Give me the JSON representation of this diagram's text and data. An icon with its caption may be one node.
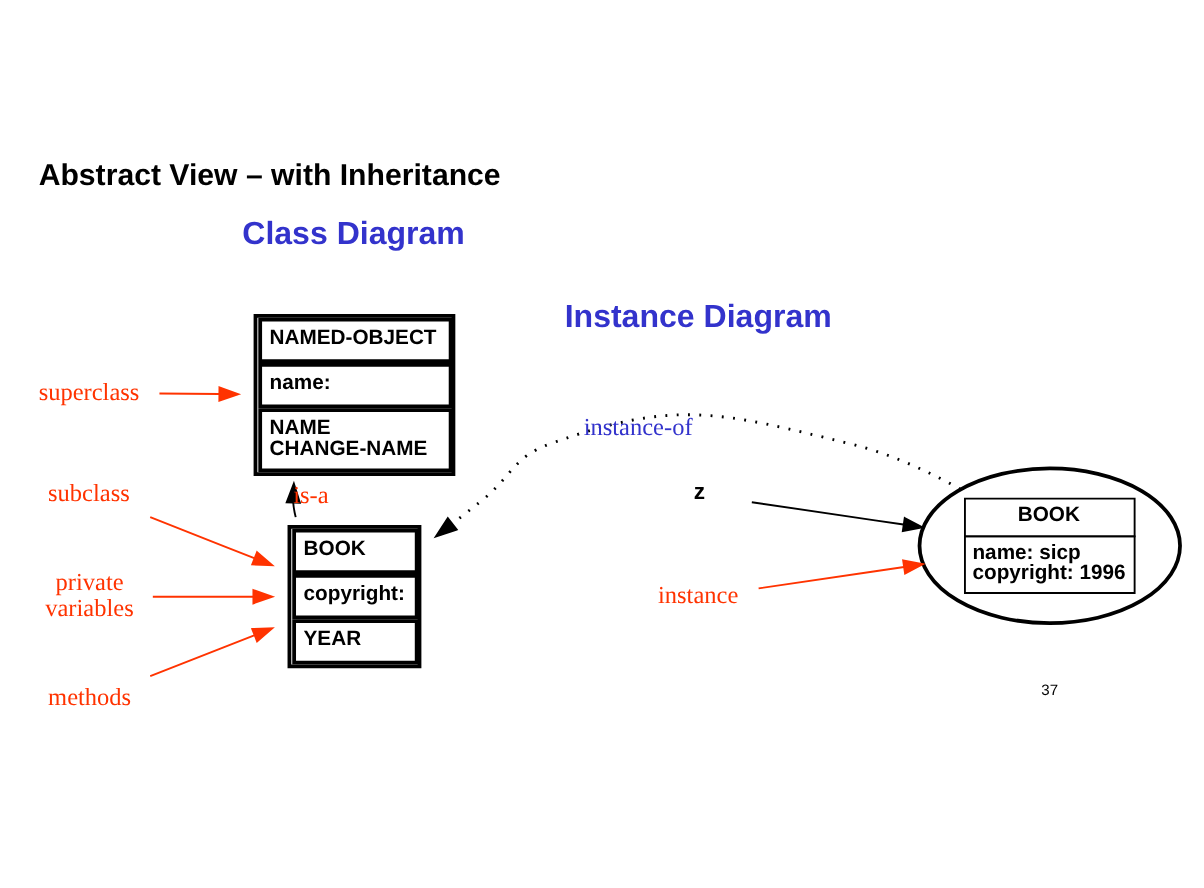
{
  "diagram": {
    "title": "Abstract View – with Inheritance",
    "nodes": [
      {
        "text": [
          "NAMED-OBJECT",
          "name:",
          "NAME CHANGE-NAME"
        ]
      },
      {
        "text": [
          "BOOK",
          "copyright:",
          "YEAR"
        ]
      },
      {
        "text": [
          "BOOK",
          "name: sicp copyright: 1996"
        ]
      },
      {
        "text": [
          "superclass"
        ]
      },
      {
        "text": [
          "subclass"
        ]
      },
      {
        "text": [
          "private variables"
        ]
      },
      {
        "text": [
          "methods"
        ]
      },
      {
        "text": [
          "z"
        ]
      },
      {
        "text": [
          "instance"
        ]
      }
    ],
    "edges": [
      {
        "from": 1,
        "to": 0,
        "arrow": "to",
        "label": "is-a",
        "color": "#000000"
      },
      {
        "from": 2,
        "to": 1,
        "arrow": "to",
        "label": "instance-of",
        "style": "dashed",
        "color": "#000000"
      },
      {
        "from": 3,
        "to": 0,
        "arrow": "to",
        "color": "#ff3300"
      },
      {
        "from": 4,
        "to": 1,
        "arrow": "to",
        "color": "#ff3300"
      },
      {
        "from": 5,
        "to": 1,
        "arrow": "to",
        "color": "#ff3300"
      },
      {
        "from": 6,
        "to": 1,
        "arrow": "to",
        "color": "#ff3300"
      },
      {
        "from": 7,
        "to": 2,
        "arrow": "to",
        "color": "#000000"
      },
      {
        "from": 8,
        "to": 2,
        "arrow": "to",
        "color": "#ff3300"
      }
    ],
    "labels": [
      "Class Diagram",
      "Instance Diagram",
      "37"
    ]
  }
}
